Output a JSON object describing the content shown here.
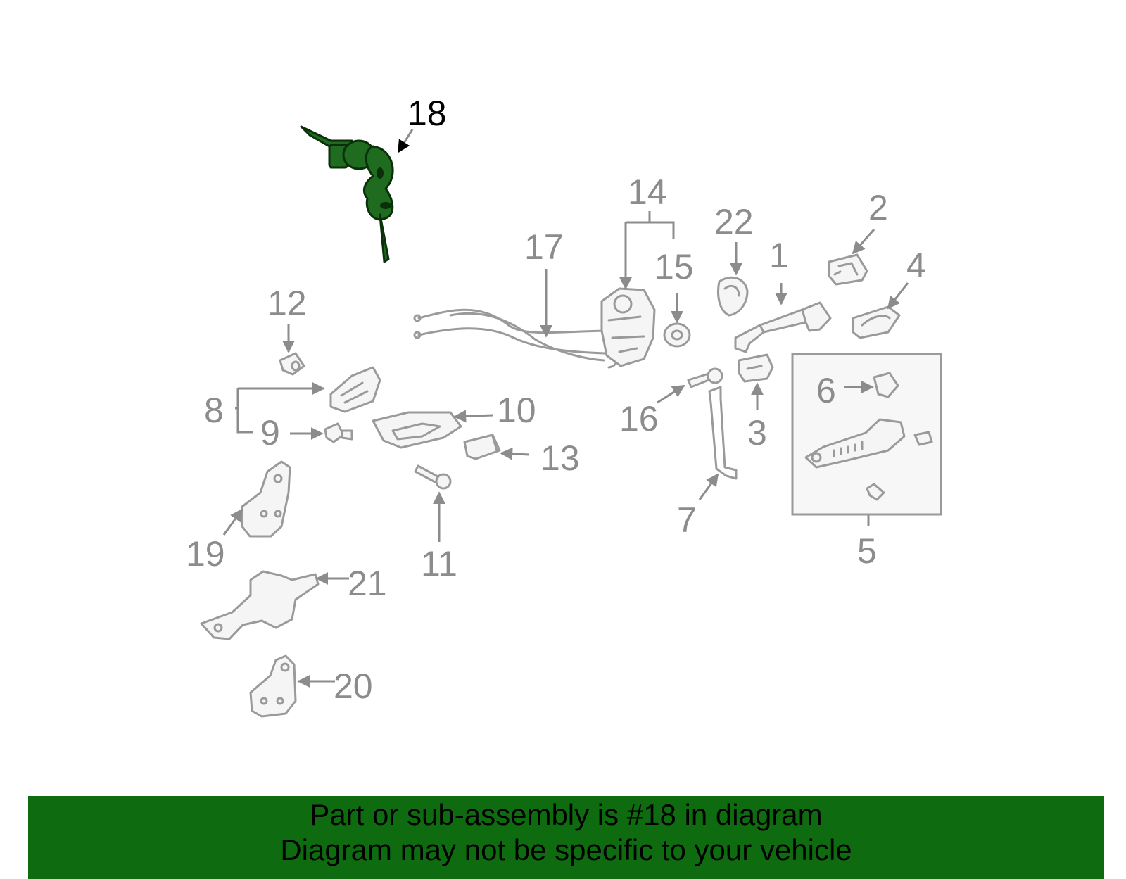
{
  "callouts": {
    "c1": "1",
    "c2": "2",
    "c3": "3",
    "c4": "4",
    "c5": "5",
    "c6": "6",
    "c7": "7",
    "c8": "8",
    "c9": "9",
    "c10": "10",
    "c11": "11",
    "c12": "12",
    "c13": "13",
    "c14": "14",
    "c15": "15",
    "c16": "16",
    "c17": "17",
    "c18": "18",
    "c19": "19",
    "c20": "20",
    "c21": "21",
    "c22": "22"
  },
  "highlighted_part": "18",
  "colors": {
    "highlight": "#1f6b1f",
    "footer_bg": "#0f6b0f",
    "line": "#9a9a9a"
  },
  "footer": {
    "line1": "Part or sub-assembly is #18 in diagram",
    "line2": "Diagram may not be specific to your vehicle"
  }
}
